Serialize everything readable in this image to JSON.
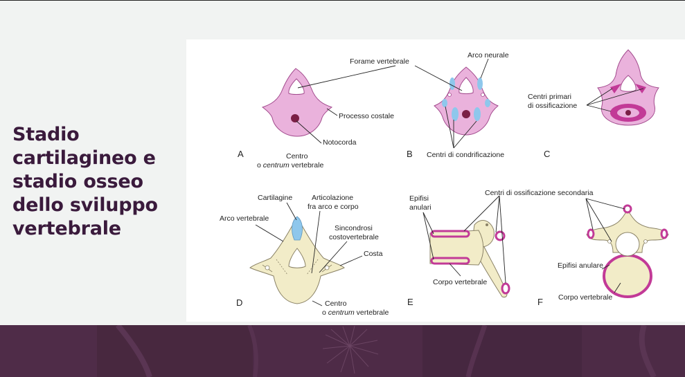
{
  "slide": {
    "title": "Stadio cartilagineo e stadio osseo dello sviluppo vertebrale"
  },
  "figure": {
    "panel_letters": [
      "A",
      "B",
      "C",
      "D",
      "E",
      "F"
    ],
    "labels": {
      "forame": "Forame vertebrale",
      "arco_neurale": "Arco neurale",
      "processo": "Processo costale",
      "notocorda": "Notocorda",
      "centro_a1": "Centro",
      "centro_a2_pre": "o ",
      "centro_a2_it": "centrum",
      "centro_a2_post": " vertebrale",
      "condrificazione": "Centri di condrificazione",
      "centri_primari_1": "Centri primari",
      "centri_primari_2": "di ossificazione",
      "cartilagine": "Cartilagine",
      "artic_1": "Articolazione",
      "artic_2": "fra arco e corpo",
      "arco_vert": "Arco vertebrale",
      "sincondrosi_1": "Sincondrosi",
      "sincondrosi_2": "costovertebrale",
      "costa": "Costa",
      "centro_d1": "Centro",
      "centro_d2_pre": "o ",
      "centro_d2_it": "centrum",
      "centro_d2_post": " vertebrale",
      "epifisi_1": "Epifisi",
      "epifisi_2": "anulari",
      "secondari": "Centri di ossificazione secondaria",
      "corpo_e": "Corpo vertebrale",
      "epifisi_anulare": "Epifisi anulare",
      "corpo_f": "Corpo vertebrale"
    }
  },
  "colors": {
    "title": "#3a1a3c",
    "footer": "#4a2943",
    "cartilage_pink": "#eab2dc",
    "condrification_blue": "#8ec7ec",
    "ossification_magenta": "#c23a97",
    "bone": "#f2ecc8"
  }
}
